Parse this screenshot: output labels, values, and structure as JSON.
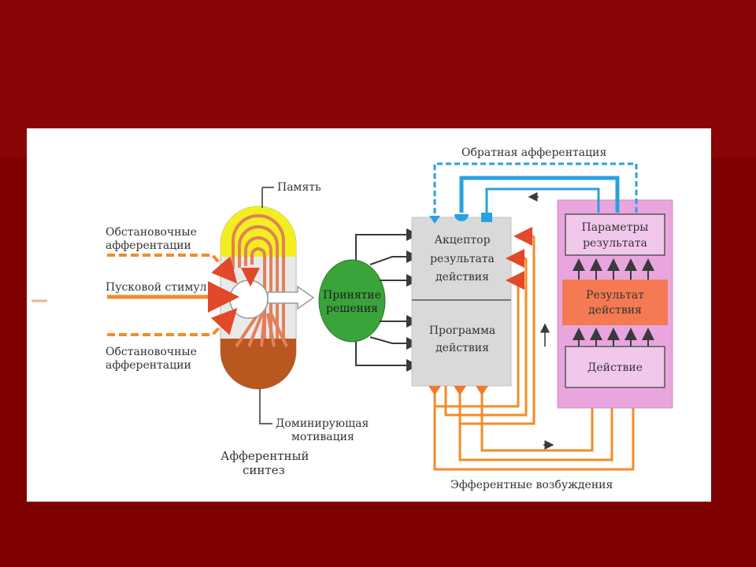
{
  "diagram": {
    "feedback_label": "Обратная афферентация",
    "memory_label": "Память",
    "situational_top_1": "Обстановочные",
    "situational_top_2": "афферентации",
    "trigger_label": "Пусковой стимул",
    "situational_bottom_1": "Обстановочные",
    "situational_bottom_2": "афферентации",
    "motivation_1": "Доминирующая",
    "motivation_2": "мотивация",
    "synthesis_1": "Афферентный",
    "synthesis_2": "синтез",
    "decision_1": "Принятие",
    "decision_2": "решения",
    "acceptor_1": "Акцептор",
    "acceptor_2": "результата",
    "acceptor_3": "действия",
    "program_1": "Программа",
    "program_2": "действия",
    "params_1": "Параметры",
    "params_2": "результата",
    "result_1": "Результат",
    "result_2": "действия",
    "action_label": "Действие",
    "efferent_label": "Эфферентные возбуждения"
  },
  "colors": {
    "background": "#7f0000",
    "panel": "#ffffff",
    "memory_yellow": "#f2ee1f",
    "motivation_brown": "#b8571f",
    "decision_green": "#3aa33a",
    "block_gray": "#d9d9d9",
    "pink_block": "#e9a6de",
    "result_orange": "#f47a53",
    "feedback_blue": "#2aa0e0",
    "efferent_orange": "#f28c28"
  }
}
